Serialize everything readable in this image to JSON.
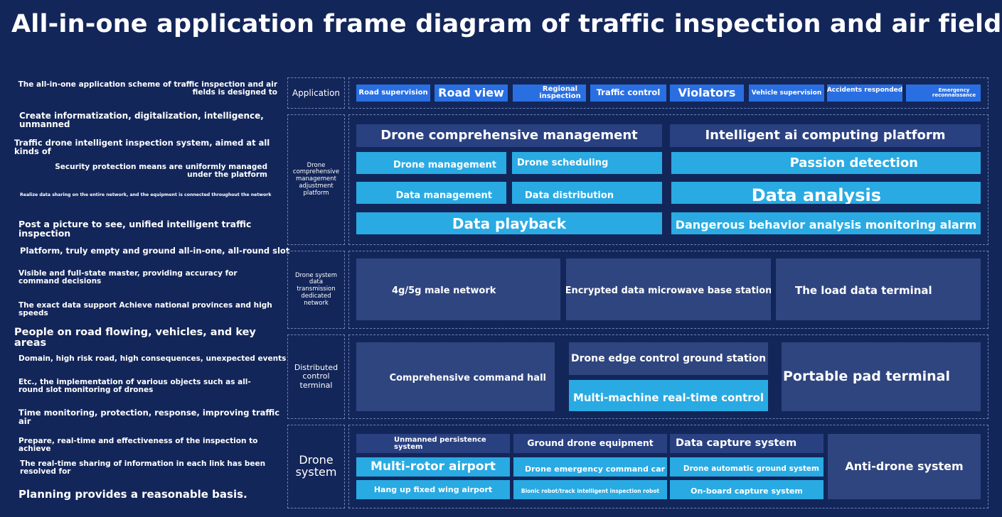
{
  "title": "All-in-one application frame diagram of traffic inspection and air field",
  "left_text": [
    "The all-in-one application scheme of traffic inspection and air fields is designed to",
    "Create informatization, digitalization, intelligence, unmanned",
    "Traffic drone intelligent inspection system, aimed at all kinds of",
    "Security protection means are uniformly managed under the platform",
    "Realize data sharing on the entire network, and the equipment is connected throughout the network",
    "Post a picture to see, unified intelligent traffic inspection",
    "Platform, truly empty and ground all-in-one, all-round slot",
    "Visible and full-state master, providing accuracy for command decisions",
    "The exact data support Achieve national provinces and high speeds",
    "People on road flowing, vehicles, and key areas",
    "Domain, high risk road, high consequences, unexpected events",
    "Etc., the implementation of various objects such as all-round slot monitoring of drones",
    "Time monitoring, protection, response, improving traffic air",
    "Prepare, real-time and effectiveness of the inspection to achieve",
    "The real-time sharing of information in each link has been resolved for",
    "Planning provides a reasonable basis."
  ],
  "layers": {
    "application": {
      "label": "Application",
      "items": [
        "Road supervision",
        "Road view",
        "Regional inspection",
        "Traffic control",
        "Violators",
        "Vehicle supervision",
        "Accidents responded",
        "Emergency reconnaissance"
      ]
    },
    "platform": {
      "label": "Drone comprehensive management adjustment platform",
      "items": [
        "Drone comprehensive management",
        "Intelligent ai computing platform",
        "Drone management",
        "Drone scheduling",
        "Passion detection",
        "Data management",
        "Data distribution",
        "Data analysis",
        "Data playback",
        "Dangerous behavior analysis monitoring alarm"
      ]
    },
    "network": {
      "label": "Drone system data transmission dedicated network",
      "items": [
        "4g/5g male network",
        "Encrypted data microwave base station",
        "The load data terminal"
      ]
    },
    "terminal": {
      "label": "Distributed control terminal",
      "items": [
        "Comprehensive command hall",
        "Drone edge control ground station",
        "Multi-machine real-time control",
        "Portable pad terminal"
      ]
    },
    "drone": {
      "label": "Drone system",
      "items": [
        "Unmanned persistence system",
        "Ground drone equipment",
        "Data capture system",
        "Multi-rotor airport",
        "Drone emergency command car",
        "Drone automatic ground system",
        "Hang up fixed wing airport",
        "Bionic robot/track intelligent inspection robot",
        "On-board capture system",
        "Anti-drone system"
      ]
    }
  },
  "colors": {
    "background": "#13265a",
    "blue": "#2a6fe2",
    "navy": "#2a4181",
    "cyan": "#29aae3",
    "slate": "#2f4580",
    "dashed_border": "#6f83b8"
  }
}
